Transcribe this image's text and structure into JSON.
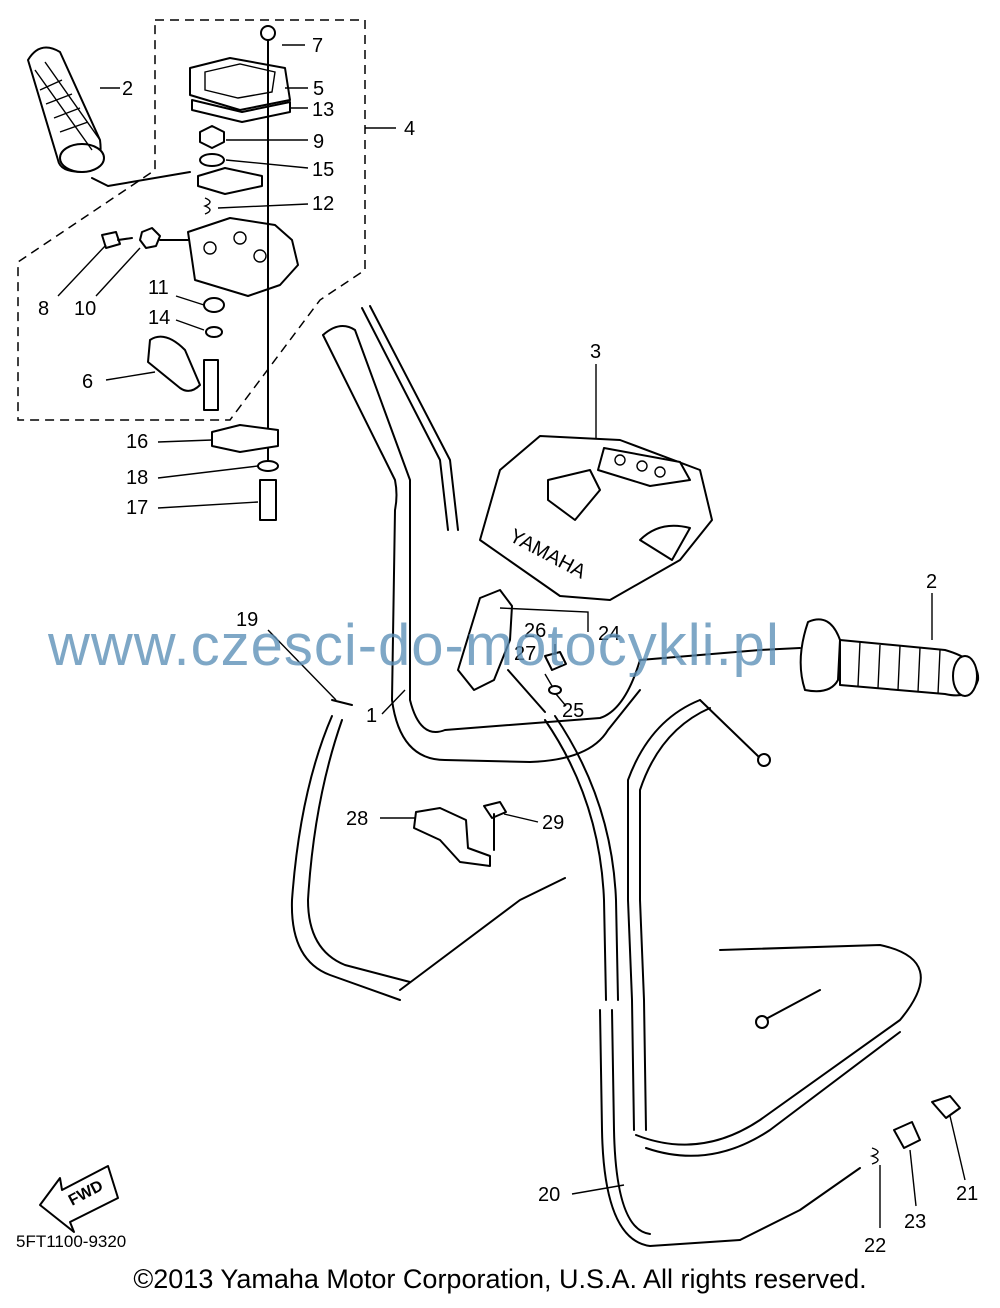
{
  "watermark": "www.czesci-do-motocykli.pl",
  "diagram_code": "5FT1100-9320",
  "copyright": "©2013 Yamaha Motor Corporation, U.S.A. All rights reserved.",
  "brand_text": "YAMAHA",
  "fwd_label": "FWD",
  "callouts": [
    "1",
    "2",
    "3",
    "4",
    "5",
    "6",
    "7",
    "8",
    "9",
    "10",
    "11",
    "12",
    "13",
    "14",
    "15",
    "16",
    "17",
    "18",
    "19",
    "20",
    "21",
    "22",
    "23",
    "24",
    "25",
    "26",
    "27",
    "28",
    "29"
  ]
}
